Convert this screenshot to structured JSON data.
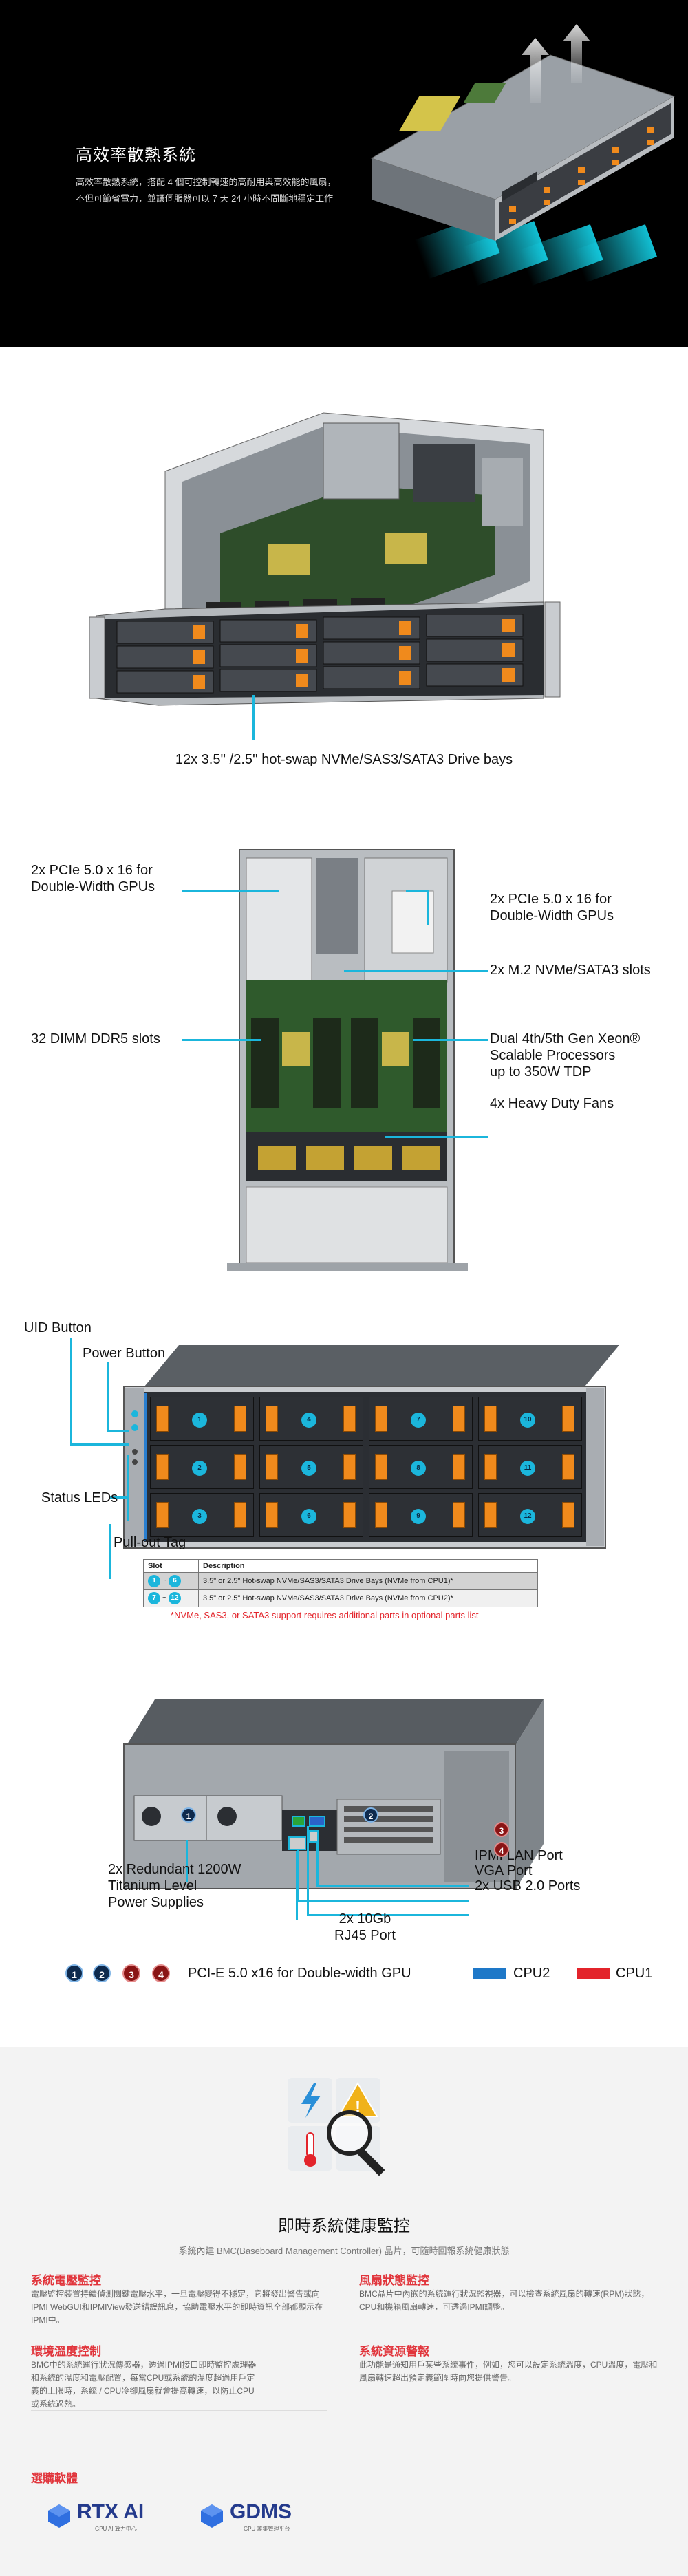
{
  "hero": {
    "title": "高效率散熱系統",
    "description": "高效率散熱系統，搭配 4 個可控制轉速的高耐用與高效能的風扇，不但可節省電力，並讓伺服器可以 7 天 24 小時不間斷地穩定工作"
  },
  "overview": {
    "drive_bays_label": "12x 3.5'' /2.5'' hot-swap NVMe/SAS3/SATA3 Drive bays"
  },
  "topview": {
    "pcie_left": [
      "2x PCIe 5.0 x 16 for",
      "Double-Width GPUs"
    ],
    "pcie_right": [
      "2x PCIe 5.0 x 16 for",
      "Double-Width GPUs"
    ],
    "m2": "2x M.2 NVMe/SATA3 slots",
    "dimm": "32 DIMM DDR5 slots",
    "cpu": [
      "Dual 4th/5th Gen Xeon®",
      "Scalable Processors",
      "up to 350W TDP"
    ],
    "fans": "4x Heavy Duty Fans"
  },
  "frontview": {
    "uid": "UID Button",
    "power": "Power Button",
    "status": "Status LEDs",
    "pullout": "Pull-out Tag",
    "table_headers": [
      "Slot",
      "Description"
    ],
    "rows": [
      {
        "from": "1",
        "to": "6",
        "desc": "3.5\" or 2.5\" Hot-swap NVMe/SAS3/SATA3 Drive Bays (NVMe from CPU1)*"
      },
      {
        "from": "7",
        "to": "12",
        "desc": "3.5\" or 2.5\" Hot-swap NVMe/SAS3/SATA3 Drive Bays (NVMe from CPU2)*"
      }
    ],
    "footnote": "*NVMe, SAS3, or SATA3 support requires additional parts in optional parts list",
    "bay_numbers": [
      "1",
      "2",
      "3",
      "4",
      "5",
      "6",
      "7",
      "8",
      "9",
      "10",
      "11",
      "12"
    ]
  },
  "rearview": {
    "psu": [
      "2x Redundant 1200W",
      "Titanium Level",
      "Power Supplies"
    ],
    "ipmi": "IPMI LAN Port",
    "vga": "VGA Port",
    "usb": "2x USB 2.0 Ports",
    "lan": [
      "2x 10Gb",
      "RJ45 Port"
    ],
    "slot_numbers": [
      "1",
      "2",
      "3",
      "4"
    ]
  },
  "legend": {
    "numbers": [
      "1",
      "2",
      "3",
      "4"
    ],
    "pcie_label": "PCI-E 5.0 x16 for Double-width GPU",
    "cpu2": "CPU2",
    "cpu1": "CPU1"
  },
  "monitor": {
    "title": "即時系統健康監控",
    "subtitle": "系統內建 BMC(Baseboard Management Controller) 晶片，可隨時回報系統健康狀態",
    "blocks": [
      {
        "title": "系統電壓監控",
        "body": "電壓監控裝置持續偵測關鍵電壓水平，一旦電壓變得不穩定，它將發出警告或向IPMI WebGUI和IPMIView發送錯誤訊息，協助電壓水平的即時資訊全部都顯示在IPMI中。"
      },
      {
        "title": "風扇狀態監控",
        "body": "BMC晶片中內嵌的系統運行狀況監視器，可以檢查系統風扇的轉速(RPM)狀態，CPU和機箱風扇轉速，可透過IPMI調整。"
      },
      {
        "title": "環境溫度控制",
        "body": "BMC中的系統運行狀況傳感器，透過IPMI接口即時監控處理器和系統的溫度和電壓配置，每當CPU或系統的溫度超過用戶定義的上限時，系統 / CPU冷卻風扇就會提高轉速，以防止CPU或系統過熱。"
      },
      {
        "title": "系統資源警報",
        "body": "此功能是通知用戶某些系統事件，例如，您可以設定系統溫度，CPU溫度，電壓和風扇轉速超出預定義範圍時向您提供警告。"
      }
    ],
    "software_title": "選購軟體",
    "rtx_name": "RTX AI",
    "rtx_sub": "GPU AI 算力中心",
    "gdms_name": "GDMS",
    "gdms_sub": "GPU 叢集管理平台"
  },
  "colors": {
    "callout_cyan": "#1bb6dc",
    "cpu2_blue": "#1e78c8",
    "cpu1_red": "#e3242b",
    "accent_red": "#e1353c",
    "drive_tab_orange": "#f08a1c"
  }
}
